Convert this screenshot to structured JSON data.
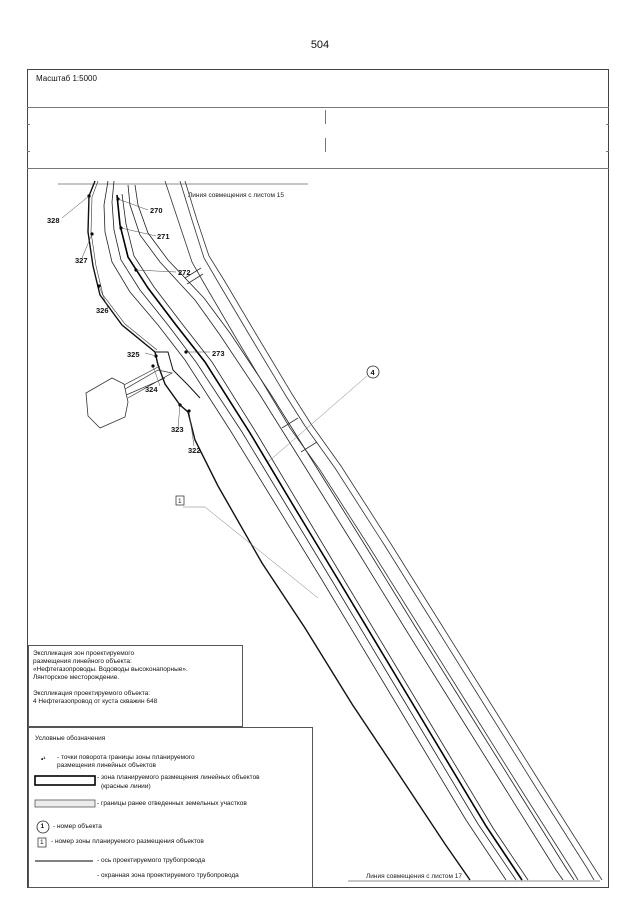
{
  "page_number": "504",
  "scale": "Масштаб 1:5000",
  "match_line_top": "Линия совмещения с листом 15",
  "match_line_bottom": "Линия совмещения с листом 17",
  "points": [
    "328",
    "327",
    "326",
    "325",
    "324",
    "323",
    "322",
    "270",
    "271",
    "272",
    "273"
  ],
  "object_marker": "4",
  "zone_marker": "1",
  "explication": {
    "line1": "Экспликация зон проектируемого",
    "line2": "размещения линейного объекта:",
    "line3": "«Нефтегазопроводы. Водоводы высоконапорные».",
    "line4": "Лянторское месторождение.",
    "line5": "Экспликация проектируемого объекта:",
    "line6": "4   Нефтегазопровод от куста скважин 648"
  },
  "legend": {
    "title": "Условные обозначения",
    "point_symbol": "•¹",
    "turn_points_1": "- точки поворота границы зоны планируемого",
    "turn_points_2": "размещения линейных объектов",
    "zone_1": "- зона планируемого размещения линейных объектов",
    "zone_2": "(красные линии)",
    "prev_plots": "- границы ранее отведенных земельных участков",
    "object_number_symbol": "1",
    "object_number": "- номер  объекта",
    "zone_number_symbol": "1",
    "zone_number": "- номер зоны планируемого размещения объектов",
    "axis": "- ось проектируемого трубопровода",
    "security_zone": "- охранная зона проектируемого трубопровода"
  }
}
